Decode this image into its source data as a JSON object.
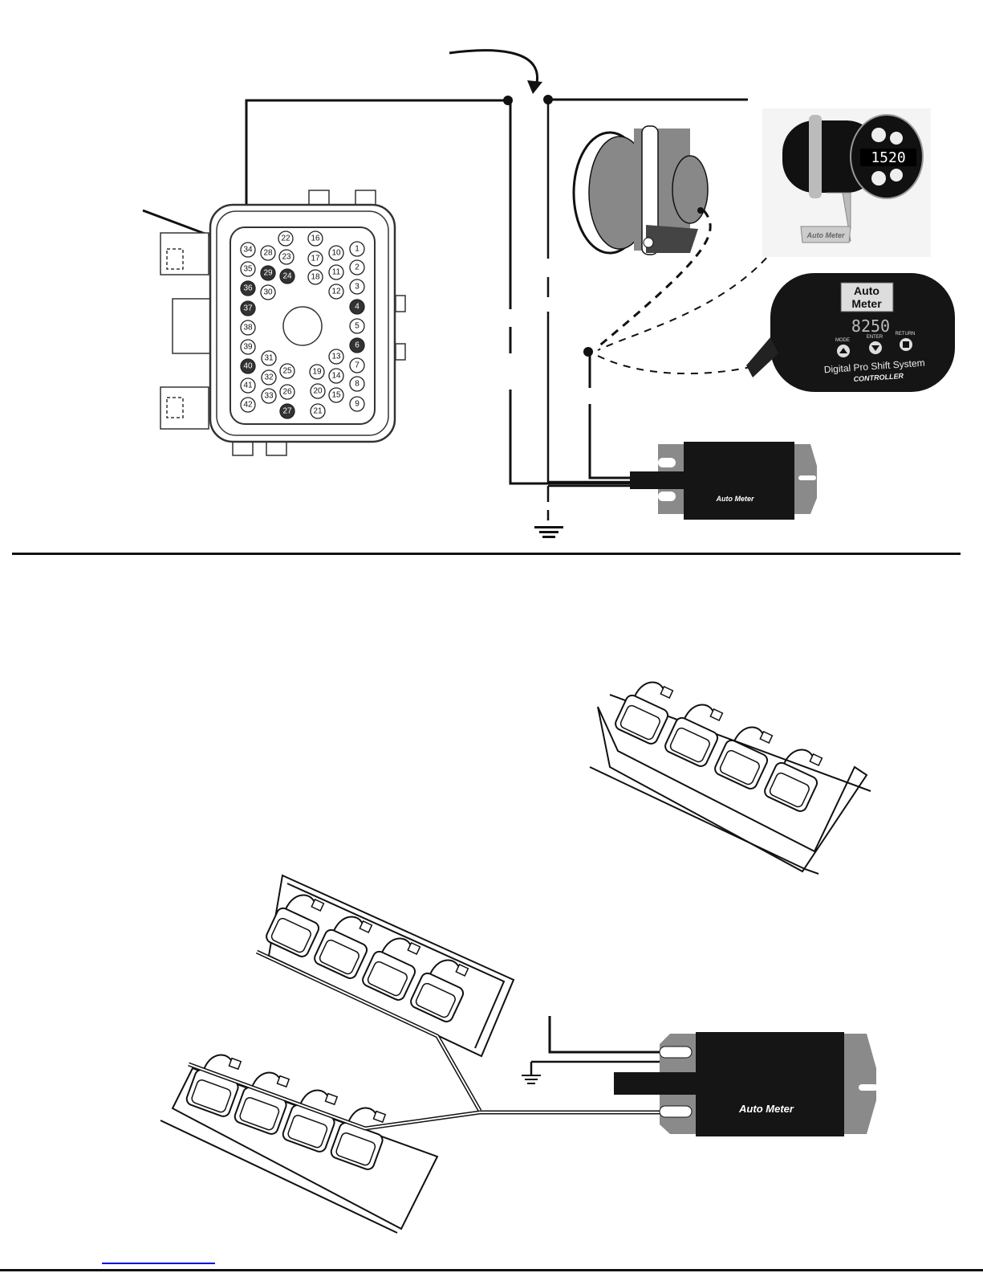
{
  "connector": {
    "pins": [
      {
        "label": "34",
        "dark": false
      },
      {
        "label": "28",
        "dark": false
      },
      {
        "label": "22",
        "dark": false
      },
      {
        "label": "16",
        "dark": false
      },
      {
        "label": "10",
        "dark": false
      },
      {
        "label": "1",
        "dark": false
      },
      {
        "label": "35",
        "dark": false
      },
      {
        "label": "29",
        "dark": true
      },
      {
        "label": "23",
        "dark": false
      },
      {
        "label": "24",
        "dark": true
      },
      {
        "label": "17",
        "dark": false
      },
      {
        "label": "18",
        "dark": false
      },
      {
        "label": "11",
        "dark": false
      },
      {
        "label": "2",
        "dark": false
      },
      {
        "label": "36",
        "dark": true
      },
      {
        "label": "30",
        "dark": false
      },
      {
        "label": "12",
        "dark": false
      },
      {
        "label": "3",
        "dark": false
      },
      {
        "label": "37",
        "dark": true
      },
      {
        "label": "4",
        "dark": true
      },
      {
        "label": "38",
        "dark": false
      },
      {
        "label": "5",
        "dark": false
      },
      {
        "label": "39",
        "dark": false
      },
      {
        "label": "6",
        "dark": true
      },
      {
        "label": "31",
        "dark": false
      },
      {
        "label": "13",
        "dark": false
      },
      {
        "label": "7",
        "dark": false
      },
      {
        "label": "40",
        "dark": true
      },
      {
        "label": "32",
        "dark": false
      },
      {
        "label": "25",
        "dark": false
      },
      {
        "label": "19",
        "dark": false
      },
      {
        "label": "14",
        "dark": false
      },
      {
        "label": "8",
        "dark": false
      },
      {
        "label": "41",
        "dark": false
      },
      {
        "label": "33",
        "dark": false
      },
      {
        "label": "26",
        "dark": false
      },
      {
        "label": "20",
        "dark": false
      },
      {
        "label": "15",
        "dark": false
      },
      {
        "label": "9",
        "dark": false
      },
      {
        "label": "42",
        "dark": false
      },
      {
        "label": "27",
        "dark": true
      },
      {
        "label": "21",
        "dark": false
      }
    ]
  },
  "shift_light": {
    "display": "1520",
    "brand": "Auto Meter"
  },
  "controller": {
    "brand_line1": "Auto",
    "brand_line2": "Meter",
    "display": "8250",
    "buttons": [
      "MODE",
      "ENTER",
      "RETURN"
    ],
    "title": "Digital Pro Shift System",
    "subtitle": "CONTROLLER"
  },
  "ignition_box_top": {
    "brand": "Auto Meter"
  },
  "ignition_box_bottom": {
    "brand": "Auto Meter"
  },
  "colors": {
    "ink": "#111111",
    "gray": "#8a8a8a",
    "link": "#0000e0"
  }
}
